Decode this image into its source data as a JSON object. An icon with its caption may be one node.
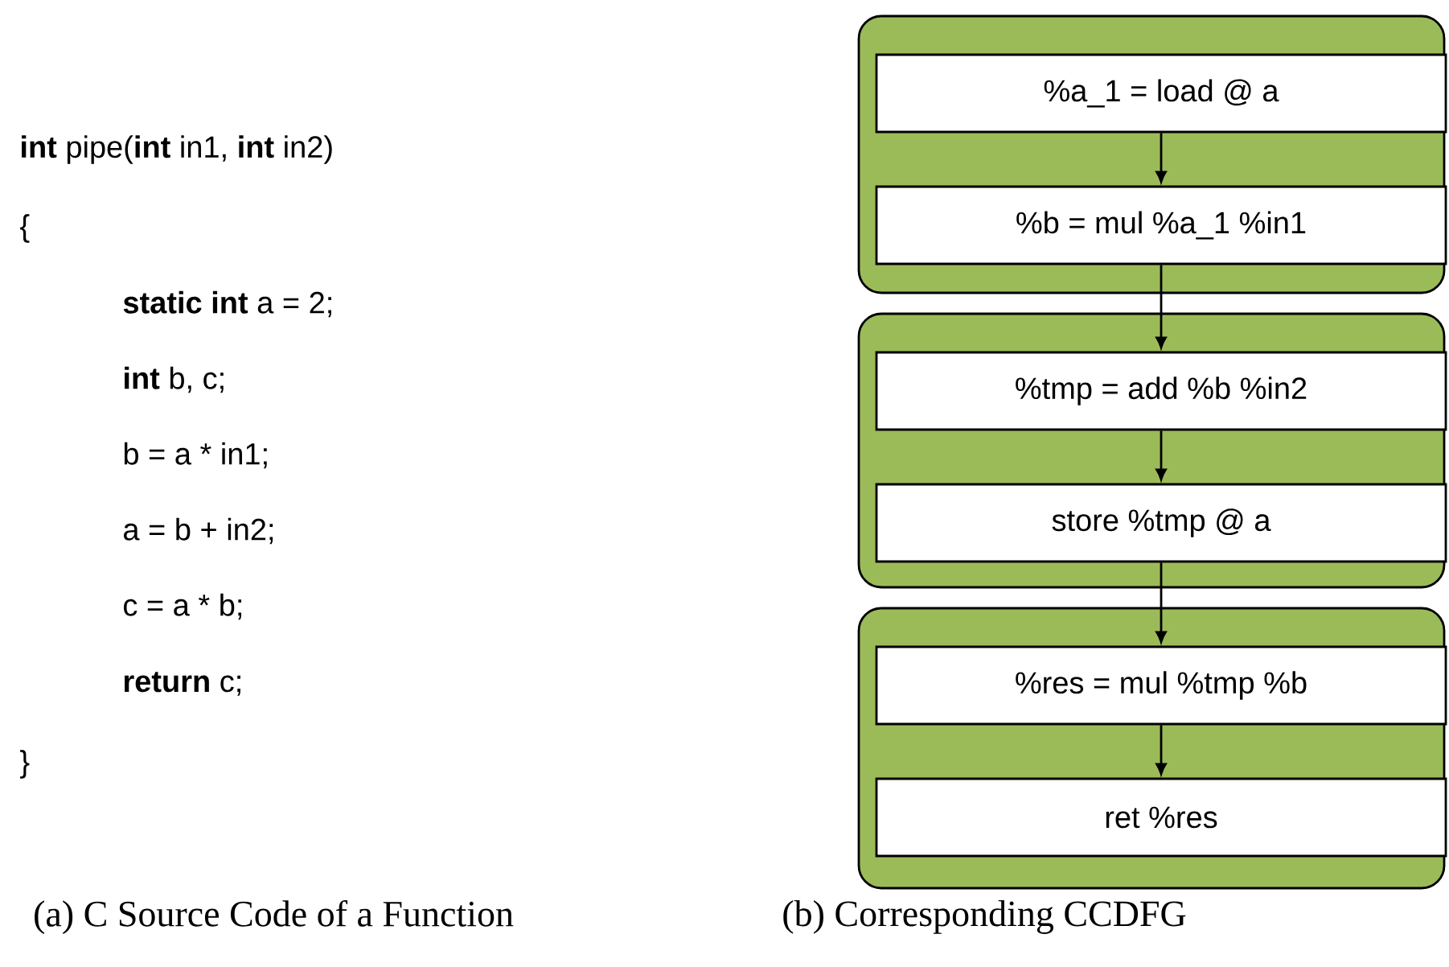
{
  "diagram": {
    "nodes": [
      {
        "text": [],
        "shape": "box"
      },
      {
        "text": [
          "%a_1 = load @ a"
        ],
        "in": 0
      },
      {
        "text": [
          "%b = mul %a_1 %in1"
        ],
        "in": 0
      },
      {
        "text": [],
        "shape": "box"
      },
      {
        "text": [
          "%tmp = add %b %in2"
        ],
        "in": 3
      },
      {
        "text": [
          "store %tmp @ a"
        ],
        "in": 3
      },
      {
        "text": [],
        "shape": "box"
      },
      {
        "text": [
          "%res = mul %tmp %b"
        ],
        "in": 6
      },
      {
        "text": [
          "ret %res"
        ],
        "in": 6
      }
    ],
    "edges": [
      {
        "from": 1,
        "to": 2,
        "arrow": "to"
      },
      {
        "from": 2,
        "to": 4,
        "arrow": "to"
      },
      {
        "from": 4,
        "to": 5,
        "arrow": "to"
      },
      {
        "from": 5,
        "to": 7,
        "arrow": "to"
      },
      {
        "from": 7,
        "to": 8,
        "arrow": "to"
      }
    ],
    "labels": [
      "**int** pipe(**int** in1, **int** in2)",
      "{",
      "**static int** a = 2;",
      "**int** b, c;",
      "b = a * in1;",
      "a = b + in2;",
      "c = a * b;",
      "**return** c;",
      "}",
      "(a) C Source Code of a Function",
      "(b) Corresponding CCDFG"
    ]
  }
}
